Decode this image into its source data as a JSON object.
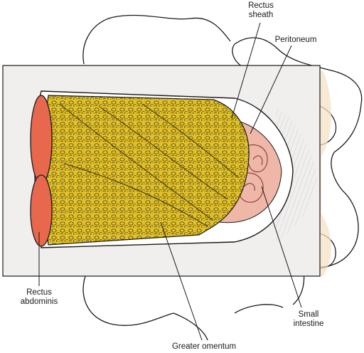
{
  "labels": {
    "rectus_sheath": [
      "Rectus",
      "sheath"
    ],
    "peritoneum": "Peritoneum",
    "rectus_abdominis": [
      "Rectus",
      "abdominis"
    ],
    "small_intestine": [
      "Small",
      "intestine"
    ],
    "greater_omentum": "Greater omentum"
  },
  "colors": {
    "omentum": "#e2c22c",
    "muscle": "#e8684e",
    "peritoneum": "#efb7a8",
    "pelvis_tint": "#f6e1c6",
    "panel": "#f1eeee",
    "outline": "#1a1a1a"
  }
}
